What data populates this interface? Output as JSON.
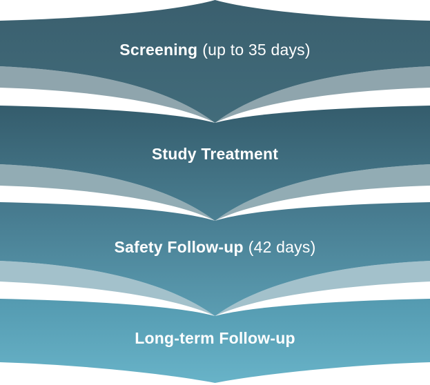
{
  "phases": [
    {
      "name": "Screening",
      "detail": "(up to 35 days)"
    },
    {
      "name": "Study Treatment",
      "detail": ""
    },
    {
      "name": "Safety Follow-up",
      "detail": "(42 days)"
    },
    {
      "name": "Long-term Follow-up",
      "detail": ""
    }
  ],
  "colors": {
    "background": "#ffffff",
    "text": "#ffffff",
    "phase1_top": "#3a5f6e",
    "phase1_bottom": "#426c7b",
    "phase2_top": "#345c6c",
    "phase2_bottom": "#4b8093",
    "phase3_top": "#45788c",
    "phase3_bottom": "#5b9db2",
    "phase4_top": "#549ab0",
    "phase4_bottom": "#68b3c8",
    "shadow1": "#8fa5ad",
    "shadow2": "#92acb4",
    "shadow3": "#a3c1cb"
  }
}
